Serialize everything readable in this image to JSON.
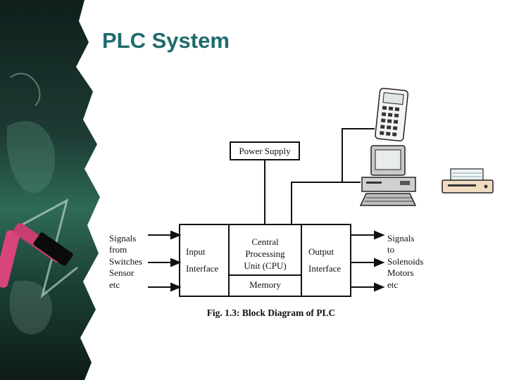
{
  "slide": {
    "title": "PLC System"
  },
  "diagram": {
    "power_supply": "Power Supply",
    "input_interface": [
      "Input",
      "Interface"
    ],
    "cpu": [
      "Central",
      "Processing",
      "Unit (CPU)"
    ],
    "memory": "Memory",
    "output_interface": [
      "Output",
      "Interface"
    ],
    "input_signals": [
      "Signals",
      "from",
      "Switches",
      "Sensor",
      "etc"
    ],
    "output_signals": [
      "Signals",
      "to",
      "Solenoids",
      "Motors",
      "etc"
    ],
    "caption": "Fig. 1.3: Block Diagram of PLC",
    "devices": [
      "handheld-programmer-icon",
      "desktop-computer-icon",
      "printer-icon"
    ]
  },
  "colors": {
    "title": "#1f6b6e",
    "chalkboard": "#16302a",
    "chalk_pink": "#d8457a"
  }
}
